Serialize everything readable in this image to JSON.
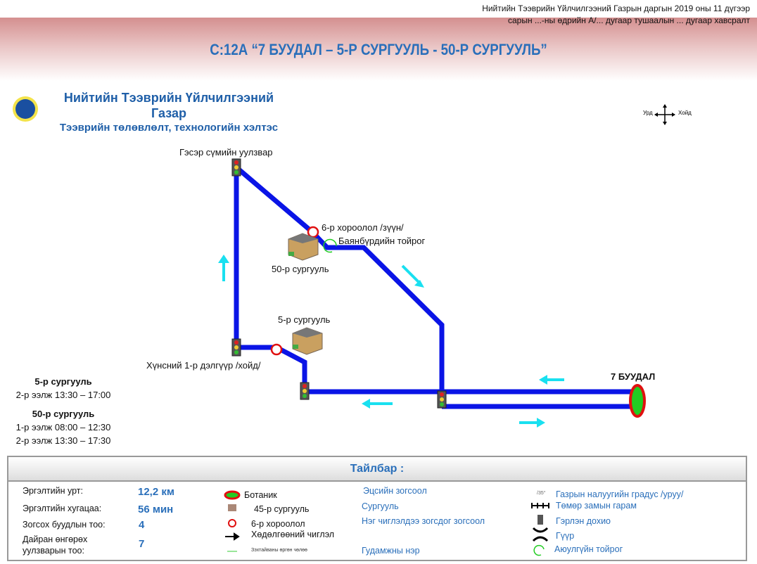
{
  "header": {
    "order_line1": "Нийтийн Тээврийн Үйлчилгээний Газрын даргын 2019 оны 11 дүгээр",
    "order_line2": "сарын ...-ны өдрийн  А/... дугаар тушаалын ... дугаар хавсралт",
    "title": "С:12А “7 БУУДАЛ – 5-Р СУРГУУЛЬ - 50-Р СУРГУУЛЬ”"
  },
  "org": {
    "name1": "Нийтийн Тээврийн Үйлчилгээний",
    "name2": "Газар",
    "dept": "Тээврийн төлөвлөлт, технологийн хэлтэс"
  },
  "compass": {
    "left": "Урд",
    "right": "Хойд"
  },
  "map": {
    "geser": "Гэсэр сүмийн уулзвар",
    "khoroolol1": "6-р хороолол /зүүн/",
    "khoroolol2": "Баянбүрдийн тойрог",
    "school50": "50-р сургууль",
    "school5": "5-р сургууль",
    "khunsnii": "Хүнсний 1-р дэлгүүр /хойд/",
    "terminal": "7 БУУДАЛ",
    "colors": {
      "route": "#0a14e6",
      "arrow": "#19e0f0",
      "terminal_fill": "#22cc22",
      "terminal_stroke": "#e01010"
    }
  },
  "schedule": {
    "s5_title": "5-р сургууль",
    "s5_l1": "2-р ээлж 13:30 – 17:00",
    "s50_title": "50-р сургууль",
    "s50_l1": "1-р ээлж 08:00 – 12:30",
    "s50_l2": "2-р ээлж 13:30 – 17:30"
  },
  "legend": {
    "title": "Тайлбар :",
    "stats": [
      {
        "label": "Эргэлтийн урт:",
        "value": "12,2 км"
      },
      {
        "label": "Эргэлтийн хугацаа:",
        "value": "56 мин"
      },
      {
        "label": "Зогсох буудлын тоо:",
        "value": "4"
      },
      {
        "label": "Дайран өнгөрөх уулзварын тоо:",
        "value": "7"
      }
    ],
    "symbols": [
      "Ботаник",
      "45-р сургууль",
      "6-р хороолол",
      "Хөдөлгөөний чиглэл",
      "Зэхтайваны өргөн чөлөө"
    ],
    "blue": [
      "Эцсийн зогсоол",
      "Сургууль",
      "Нэг чиглэлдээ зогсдог зогсоол",
      "Гудамжны нэр"
    ],
    "icons": {
      "slope_mark": "/35°",
      "slope": "Газрын налуугийн градус /уруу/",
      "rail": "Төмөр замын гарам",
      "light": "Гэрлэн дохио",
      "bridge": "Гүүр",
      "roundabout": "Аюулгүйн тойрог"
    }
  }
}
